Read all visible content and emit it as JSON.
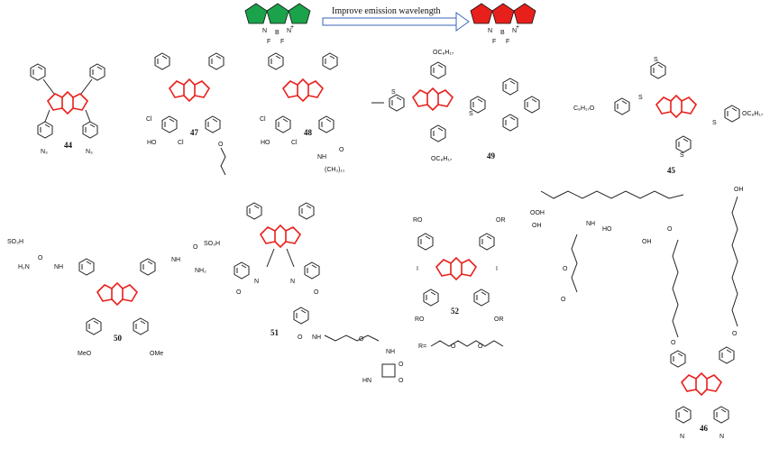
{
  "header": {
    "arrow_label": "Improve emission wavelength",
    "left_core_color": "#1aa34a",
    "right_core_color": "#e8201c",
    "core_atoms": {
      "n": "N",
      "b": "B",
      "f": "F",
      "plus": "+"
    }
  },
  "compounds": {
    "c44": "44",
    "c47": "47",
    "c48": "48",
    "c49": "49",
    "c45": "45",
    "c50": "50",
    "c51": "51",
    "c52": "52",
    "c46": "46"
  },
  "substituents": {
    "n3": "N₃",
    "ome": "OMe",
    "meo": "MeO",
    "oc8": "OC₈H₁₇",
    "c8o": "C₈H₁₇O",
    "so3h": "SO₃H",
    "nh2": "NH₂",
    "h2n": "H₂N",
    "cl": "Cl",
    "ho": "HO",
    "oh": "OH",
    "nh": "NH",
    "hn": "HN",
    "o": "O",
    "s": "S",
    "i": "I",
    "ro": "RO",
    "or": "OR",
    "ch2": "(CH₂)₁₁",
    "r_def": "R=",
    "nme3": "N",
    "cooh": "OOH",
    "oh_top": "OH"
  }
}
